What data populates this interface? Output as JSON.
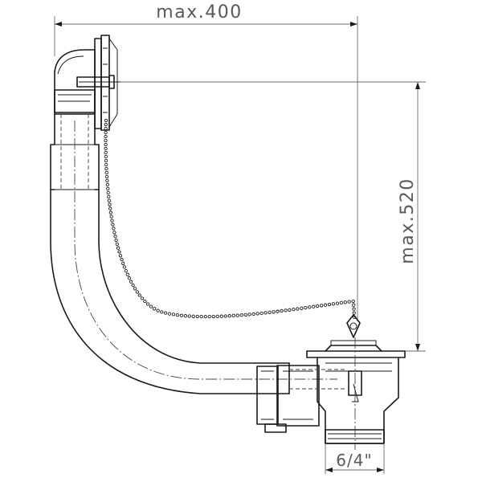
{
  "dimensions": {
    "width_label": "max.400",
    "height_label": "max.520",
    "thread_label": "6/4\""
  },
  "colors": {
    "ink": "#1a1a1a",
    "dimension": "#5a5a5a",
    "background": "#ffffff"
  }
}
